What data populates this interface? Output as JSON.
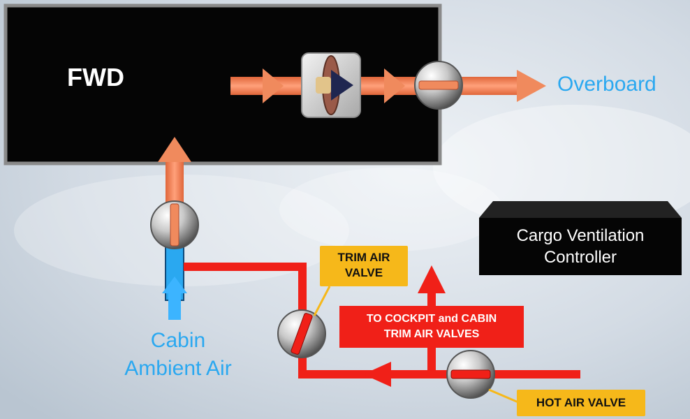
{
  "labels": {
    "compartment": "FWD",
    "overboard": "Overboard",
    "cabin_air_line1": "Cabin",
    "cabin_air_line2": "Ambient Air",
    "controller_line1": "Cargo Ventilation",
    "controller_line2": "Controller",
    "trim_valve_line1": "TRIM AIR",
    "trim_valve_line2": "VALVE",
    "hot_valve": "HOT AIR VALVE",
    "cabin_trim_line1": "TO COCKPIT and CABIN",
    "cabin_trim_line2": "TRIM AIR VALVES"
  },
  "colors": {
    "compartment_fill": "#050505",
    "airflow_warm": "#f08a5d",
    "airflow_cold": "#2aa8f0",
    "hot_air": "#f02018",
    "callout": "#f6b81a",
    "label_blue": "#2aa8f0"
  }
}
